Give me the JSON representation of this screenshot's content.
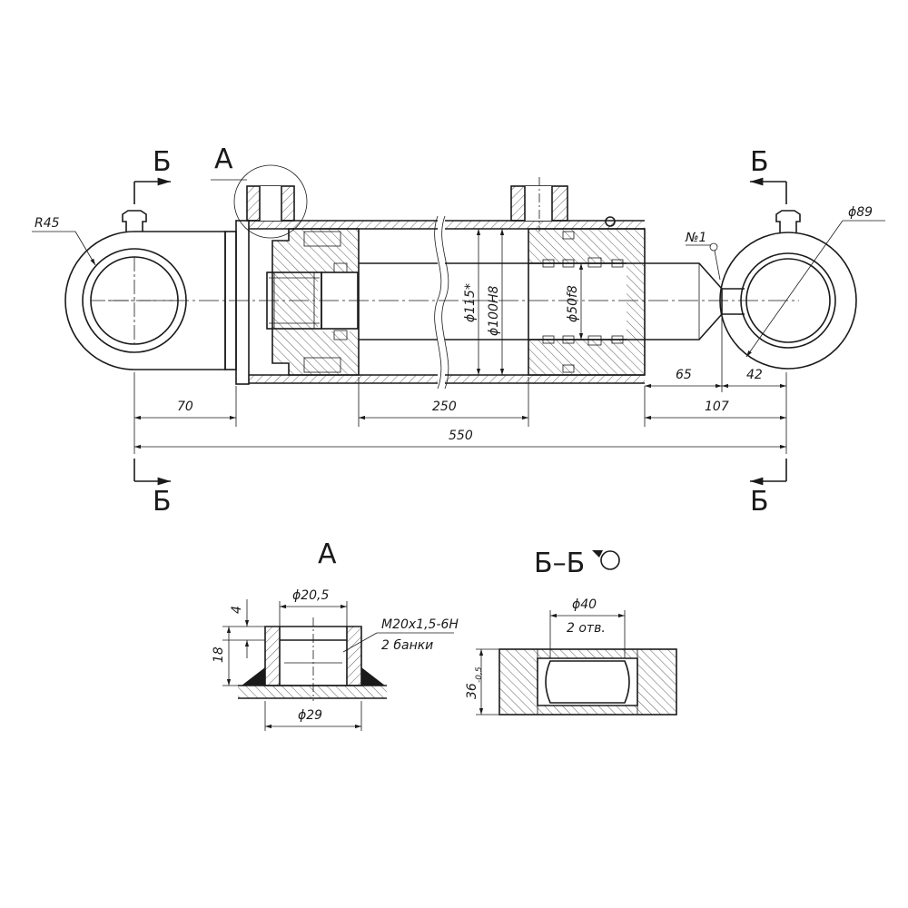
{
  "section_marks": {
    "letter": "Б",
    "detail_letter": "А"
  },
  "main_view": {
    "dimensions": {
      "radius_eye": "R45",
      "diameter_eye": "ϕ89",
      "bore_115": "ϕ115*",
      "bore_100": "ϕ100H8",
      "rod_50": "ϕ50f8",
      "len_70": "70",
      "len_250": "250",
      "len_550": "550",
      "len_107": "107",
      "len_65": "65",
      "len_42": "42"
    },
    "note_ref": "№1"
  },
  "detail_a": {
    "title": "А",
    "dimensions": {
      "dia_top": "ϕ20,5",
      "dia_bottom": "ϕ29",
      "height_4": "4",
      "height_18": "18"
    },
    "thread_note_1": "M20x1,5-6H",
    "thread_note_2": "2 банки"
  },
  "section_bb": {
    "title": "Б–Б",
    "dimensions": {
      "dia": "ϕ40",
      "holes": "2 отв.",
      "width": "36",
      "tolerance": "-0,5"
    }
  },
  "colors": {
    "line": "#1a1a1a",
    "background": "#ffffff"
  }
}
